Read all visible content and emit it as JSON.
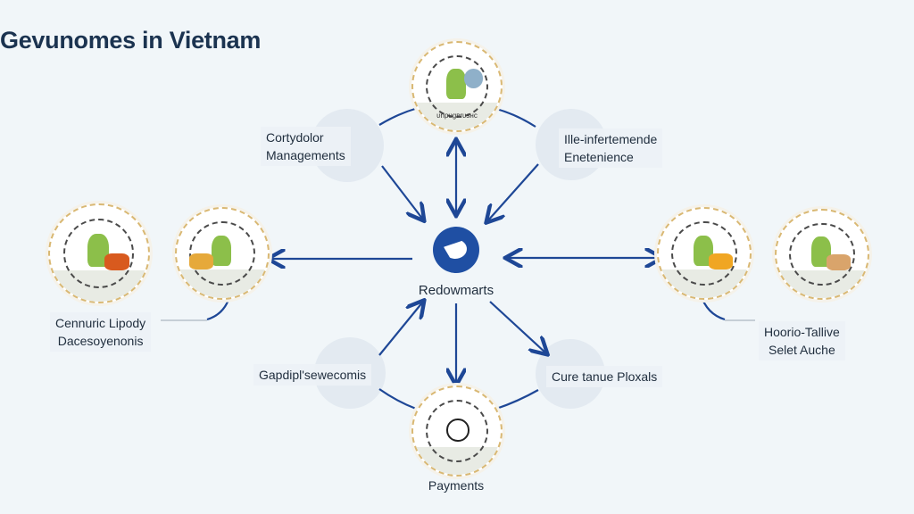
{
  "title": "Gevunomes in Vietnam",
  "center": {
    "label": "Redowmarts"
  },
  "nodes": {
    "top": {
      "caption": "ᴜnpᴜgᴘrᴜsʜᴄ"
    },
    "bottom": {
      "caption": "Payments"
    },
    "left_group": {
      "label_line1": "Cennuric Lipody",
      "label_line2": "Dacesoyenonis"
    },
    "right_group": {
      "label_line1": "Hoorio-Tallive",
      "label_line2": "Selet Auche"
    }
  },
  "labels": {
    "top_left": {
      "line1": "Cortydolor",
      "line2": "Managements"
    },
    "top_right": {
      "line1": "Ille-infertemende",
      "line2": "Enetenience"
    },
    "bottom_left": {
      "line1": "Gapdipl'sewecomis"
    },
    "bottom_right": {
      "line1": "Cure tanue Ploxals"
    }
  },
  "colors": {
    "arrow": "#1e4796",
    "title": "#1b3350",
    "hub": "#1f4fa3"
  }
}
